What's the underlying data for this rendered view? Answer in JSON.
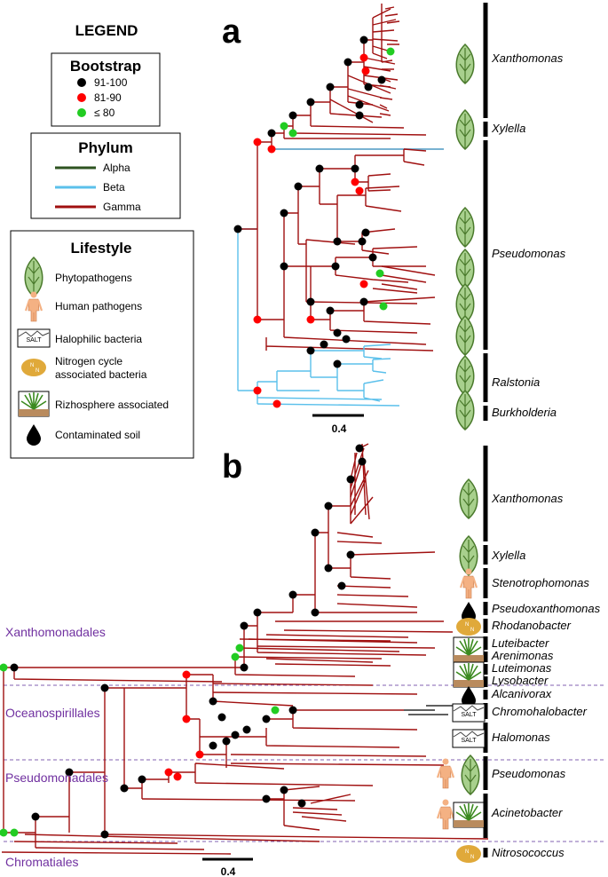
{
  "legend": {
    "title": "LEGEND",
    "bootstrap": {
      "title": "Bootstrap",
      "items": [
        {
          "label": "91-100",
          "color": "#000000"
        },
        {
          "label": "81-90",
          "color": "#ff0000"
        },
        {
          "label": "≤ 80",
          "color": "#22cc22"
        }
      ]
    },
    "phylum": {
      "title": "Phylum",
      "items": [
        {
          "label": "Alpha",
          "color": "#2e5321"
        },
        {
          "label": "Beta",
          "color": "#5bc0eb"
        },
        {
          "label": "Gamma",
          "color": "#a01010"
        }
      ]
    },
    "lifestyle": {
      "title": "Lifestyle",
      "items": [
        {
          "label": "Phytopathogens",
          "icon": "leaf-icon"
        },
        {
          "label": "Human pathogens",
          "icon": "human-icon"
        },
        {
          "label": "Halophilic bacteria",
          "icon": "salt-icon"
        },
        {
          "label": "Nitrogen cycle associated bacteria",
          "line1": "Nitrogen cycle",
          "line2": "associated bacteria",
          "icon": "nitrogen-icon"
        },
        {
          "label": "Rizhosphere associated",
          "icon": "rhizosphere-icon"
        },
        {
          "label": "Contaminated soil",
          "icon": "droplet-icon"
        }
      ]
    }
  },
  "panel_a": {
    "letter": "a",
    "scale_label": "0.4",
    "clades": [
      "Xanthomonas",
      "Xylella",
      "Pseudomonas",
      "Ralstonia",
      "Burkholderia"
    ]
  },
  "panel_b": {
    "letter": "b",
    "scale_label": "0.4",
    "clades": [
      "Xanthomonas",
      "Xylella",
      "Stenotrophomonas",
      "Pseudoxanthomonas",
      "Rhodanobacter",
      "Luteibacter",
      "Arenimonas",
      "Luteimonas",
      "Lysobacter",
      "Alcanivorax",
      "Chromohalobacter",
      "Halomonas",
      "Pseudomonas",
      "Acinetobacter",
      "Nitrosococcus"
    ],
    "orders": [
      "Xanthomonadales",
      "Oceanospirillales",
      "Pseudomonadales",
      "Chromatiales"
    ],
    "salt_label": "SALT",
    "n_label": "N"
  }
}
